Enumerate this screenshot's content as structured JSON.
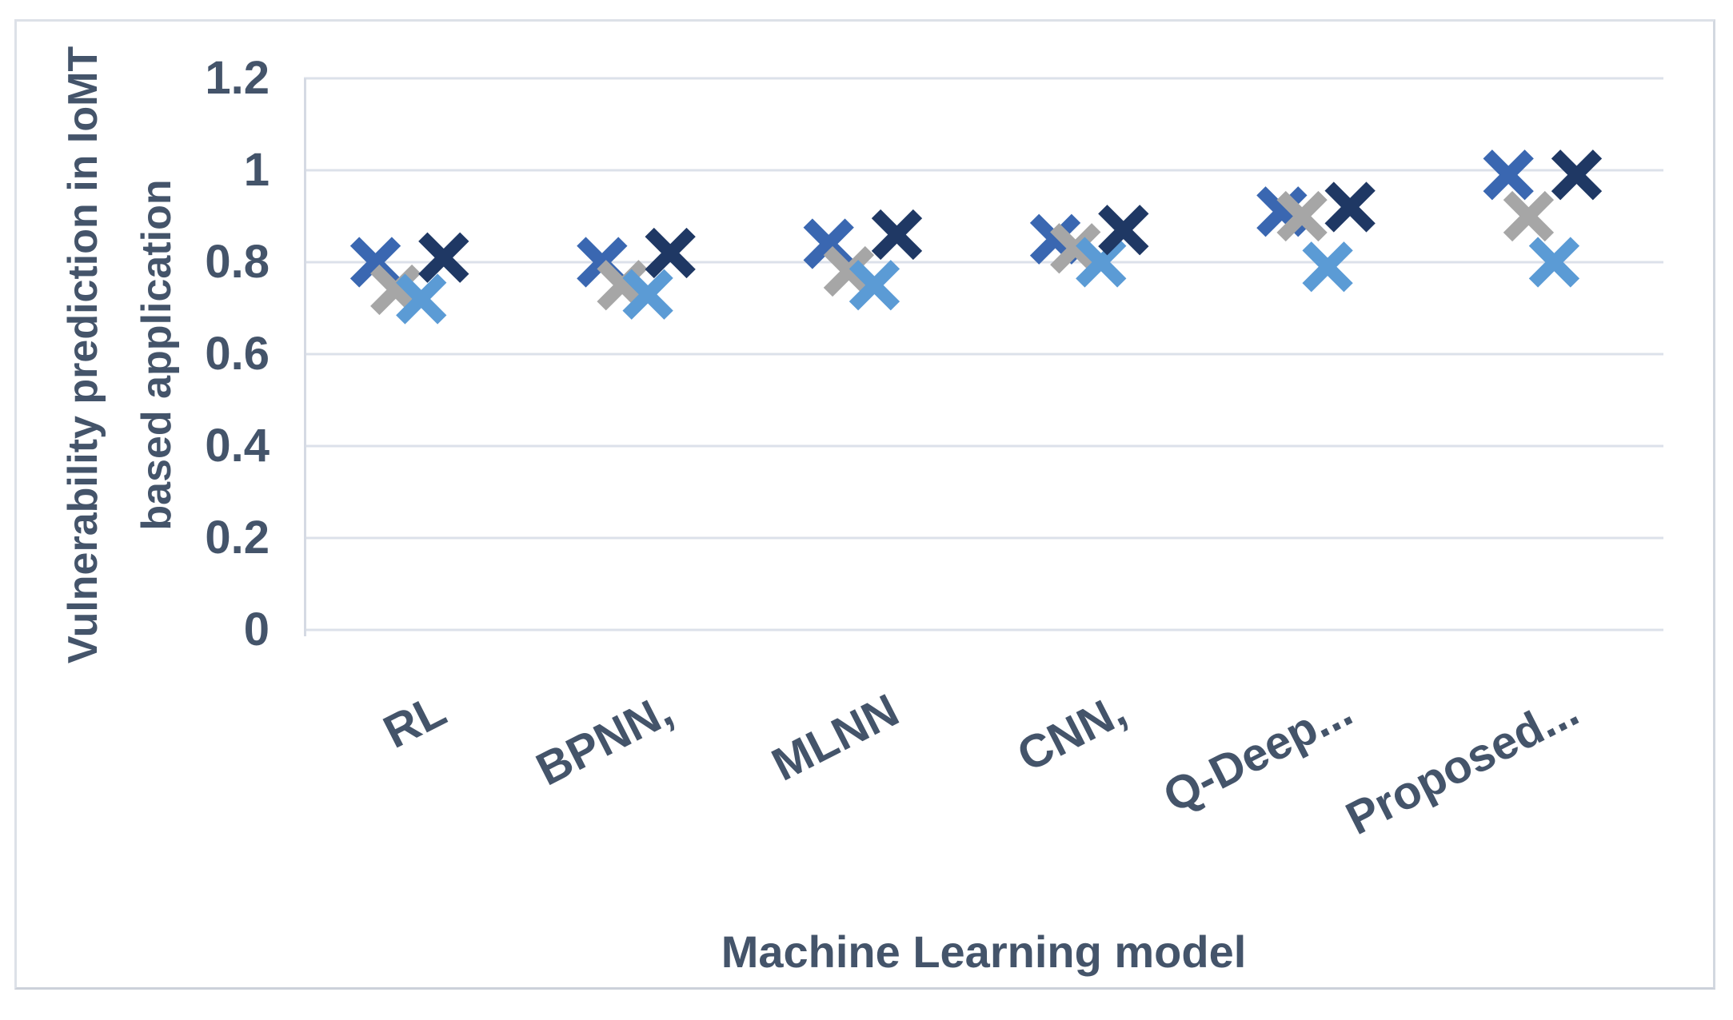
{
  "chart_data": {
    "type": "scatter",
    "title": "",
    "xlabel": "Machine Learning model",
    "ylabel": "Vulnerability prediction in IoMT based application",
    "ylabel_line1": "Vulnerability prediction in IoMT",
    "ylabel_line2": "based application",
    "categories": [
      "RL",
      "BPNN,",
      "MLNN",
      "CNN,",
      "Q-Deep...",
      "Proposed..."
    ],
    "y_tick_labels": [
      "1.2",
      "1",
      "0.8",
      "0.6",
      "0.4",
      "0.2",
      "0"
    ],
    "y_tick_values": [
      1.2,
      1.0,
      0.8,
      0.6,
      0.4,
      0.2,
      0
    ],
    "ylim": [
      0,
      1.2
    ],
    "grid": true,
    "legend": "none",
    "marker_style": "x",
    "x_tick_rotation_deg": -27,
    "series_x_offset_fraction": [
      -0.184,
      -0.095,
      0.018,
      0.117
    ],
    "series": [
      {
        "name": "series-1-medium-blue",
        "color": "#3A67B1",
        "values": [
          0.8,
          0.8,
          0.84,
          0.85,
          0.91,
          0.99
        ]
      },
      {
        "name": "series-2-gray",
        "color": "#A6A6A6",
        "values": [
          0.74,
          0.75,
          0.78,
          0.83,
          0.9,
          0.9
        ]
      },
      {
        "name": "series-3-light-blue",
        "color": "#5B9BD5",
        "values": [
          0.72,
          0.73,
          0.75,
          0.8,
          0.79,
          0.8
        ]
      },
      {
        "name": "series-4-dark-navy",
        "color": "#1F3864",
        "values": [
          0.81,
          0.82,
          0.86,
          0.87,
          0.92,
          0.99
        ]
      }
    ]
  },
  "style": {
    "text_color": "#44546A",
    "grid_color": "#DCE1EA",
    "axis_line_color": "#D5DAE3",
    "frame_color": "#DDE1E8",
    "background": "#FFFFFF"
  }
}
